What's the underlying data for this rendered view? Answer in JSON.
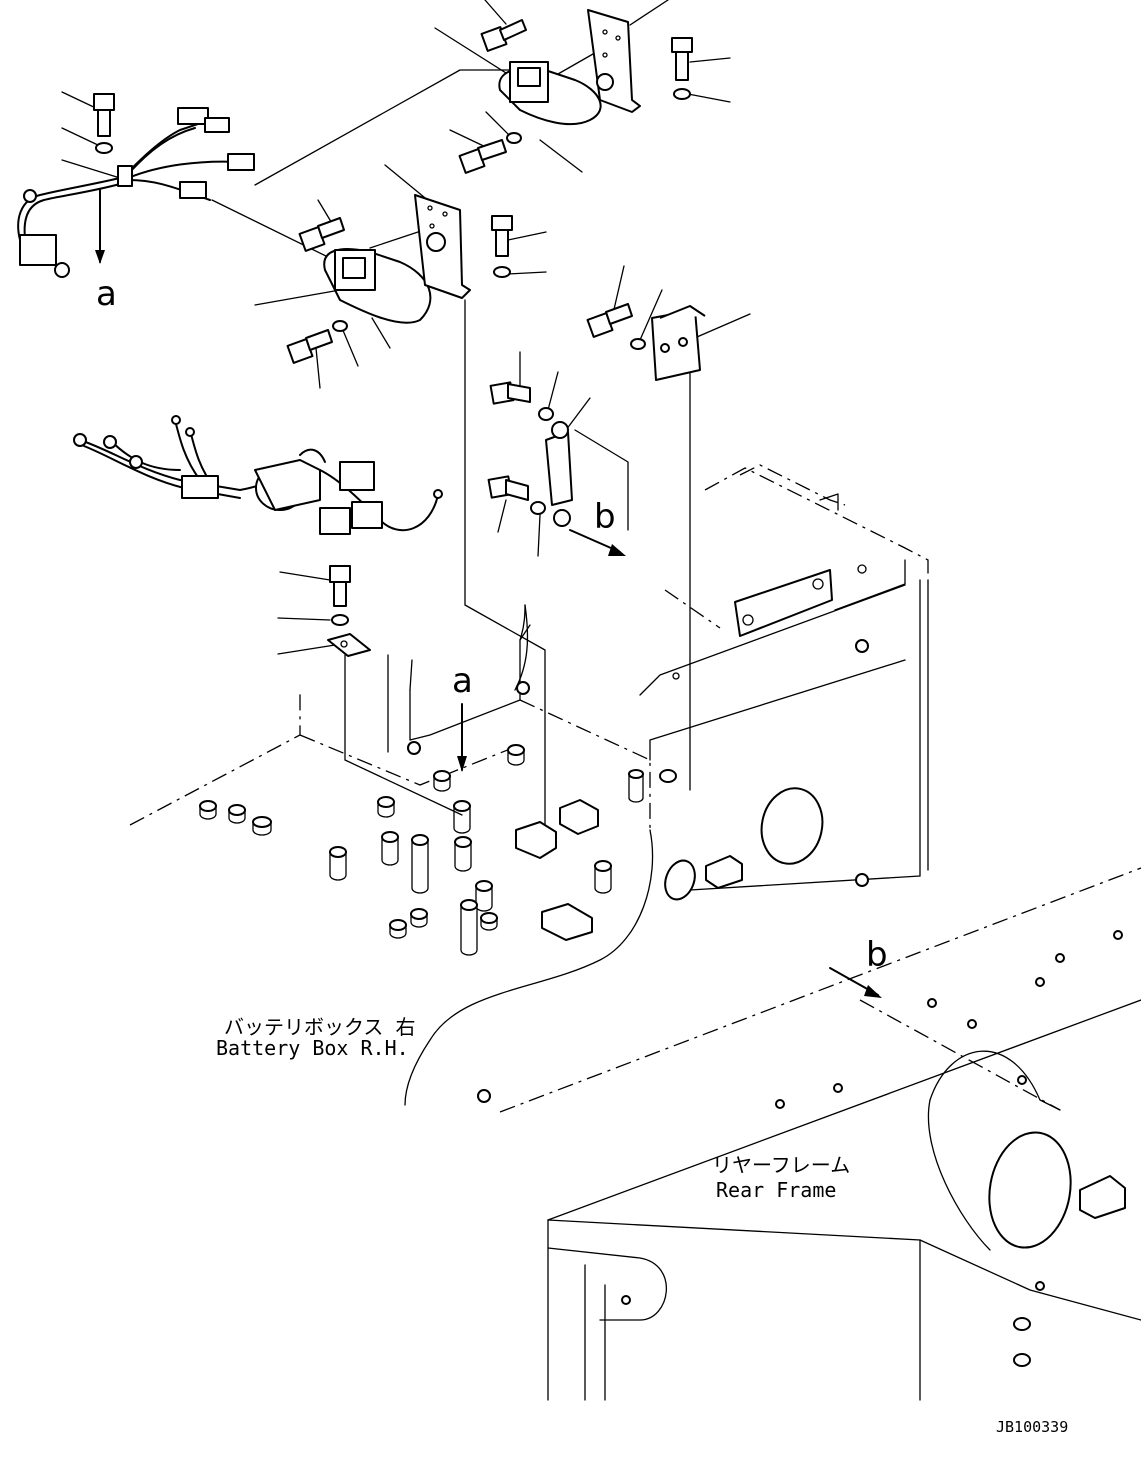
{
  "view_labels": {
    "a_top": "a",
    "a_mid": "a",
    "b_mid": "b",
    "b_lower": "b"
  },
  "labels": {
    "battery_box_jp": "バッテリボックス 右",
    "battery_box_en": "Battery Box R.H.",
    "rear_frame_jp": "リヤーフレーム",
    "rear_frame_en": "Rear Frame"
  },
  "drawing_code": "JB100339"
}
